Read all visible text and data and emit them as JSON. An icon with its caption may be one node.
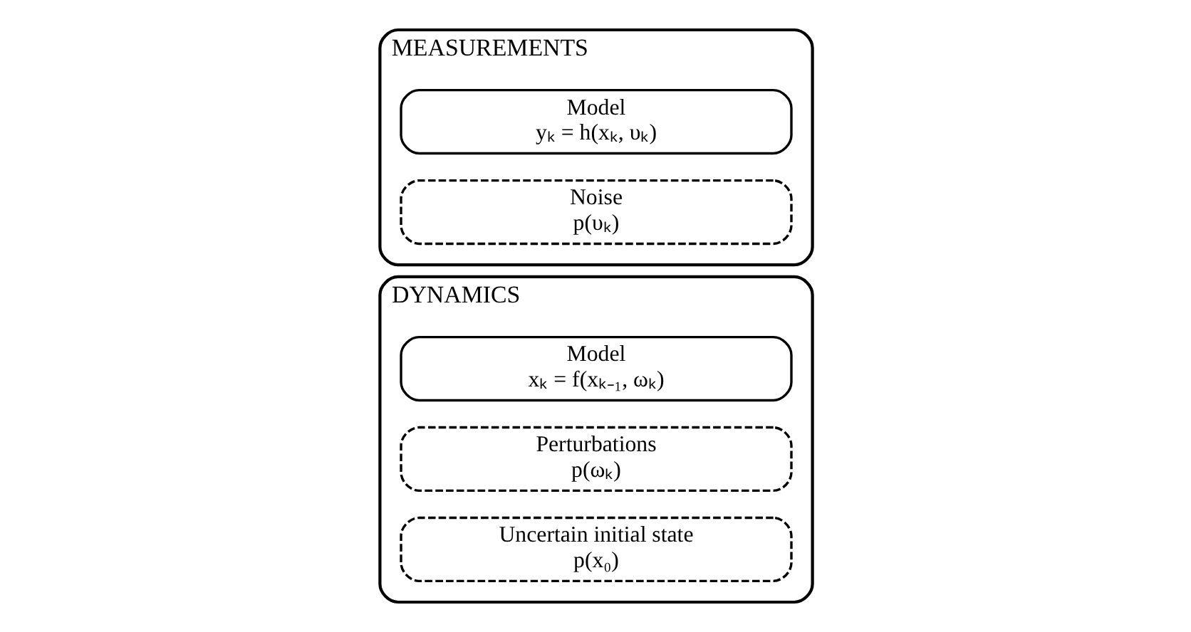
{
  "diagram": {
    "nodes": [
      {
        "text": [
          "DYNAMICS"
        ]
      },
      {
        "text": [
          "Model",
          "xₖ = f(xₖ₋₁, ωₖ)"
        ],
        "in": 0
      },
      {
        "text": [
          "Perturbations",
          "p(ωₖ)"
        ],
        "in": 0
      },
      {
        "text": [
          "Uncertain initial state",
          "p(x₀)"
        ],
        "in": 0
      },
      {
        "text": [
          "MEASUREMENTS"
        ]
      },
      {
        "text": [
          "Model",
          "yₖ = h(xₖ, υₖ)"
        ],
        "in": 4
      },
      {
        "text": [
          "Noise",
          "p(υₖ)"
        ],
        "in": 4
      }
    ]
  }
}
